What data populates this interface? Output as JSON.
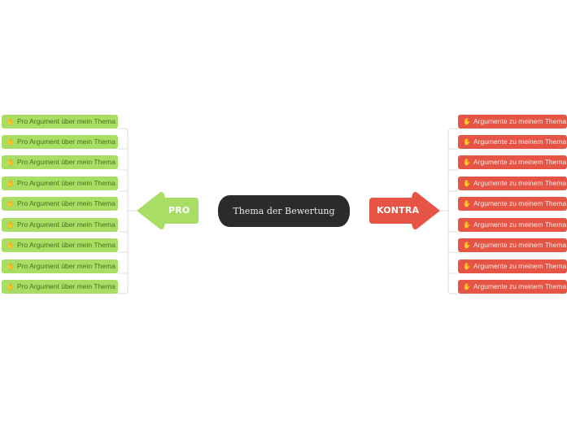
{
  "colors": {
    "pro": "#a8de63",
    "contra": "#e65446",
    "topic": "#2b2b2b",
    "connector": "#d6d6d6"
  },
  "topic": {
    "label": "Thema der Bewertung"
  },
  "pro": {
    "label": "PRO",
    "icon": "thumbs-up-icon",
    "items": [
      "Pro Argument über mein Thema",
      "Pro Argument über mein Thema",
      "Pro Argument über mein Thema",
      "Pro Argument über mein Thema",
      "Pro Argument über mein Thema",
      "Pro Argument über mein Thema",
      "Pro Argument über mein Thema",
      "Pro Argument über mein Thema",
      "Pro Argument über mein Thema"
    ]
  },
  "contra": {
    "label": "KONTRA",
    "icon": "thumbs-down-icon",
    "items": [
      "Argumente zu meinem Thema",
      "Argumente zu meinem Thema",
      "Argumente zu meinem Thema",
      "Argumente zu meinem Thema",
      "Argumente zu meinem Thema",
      "Argumente zu meinem Thema",
      "Argumente zu meinem Thema",
      "Argumente zu meinem Thema",
      "Argumente zu meinem Thema"
    ]
  }
}
